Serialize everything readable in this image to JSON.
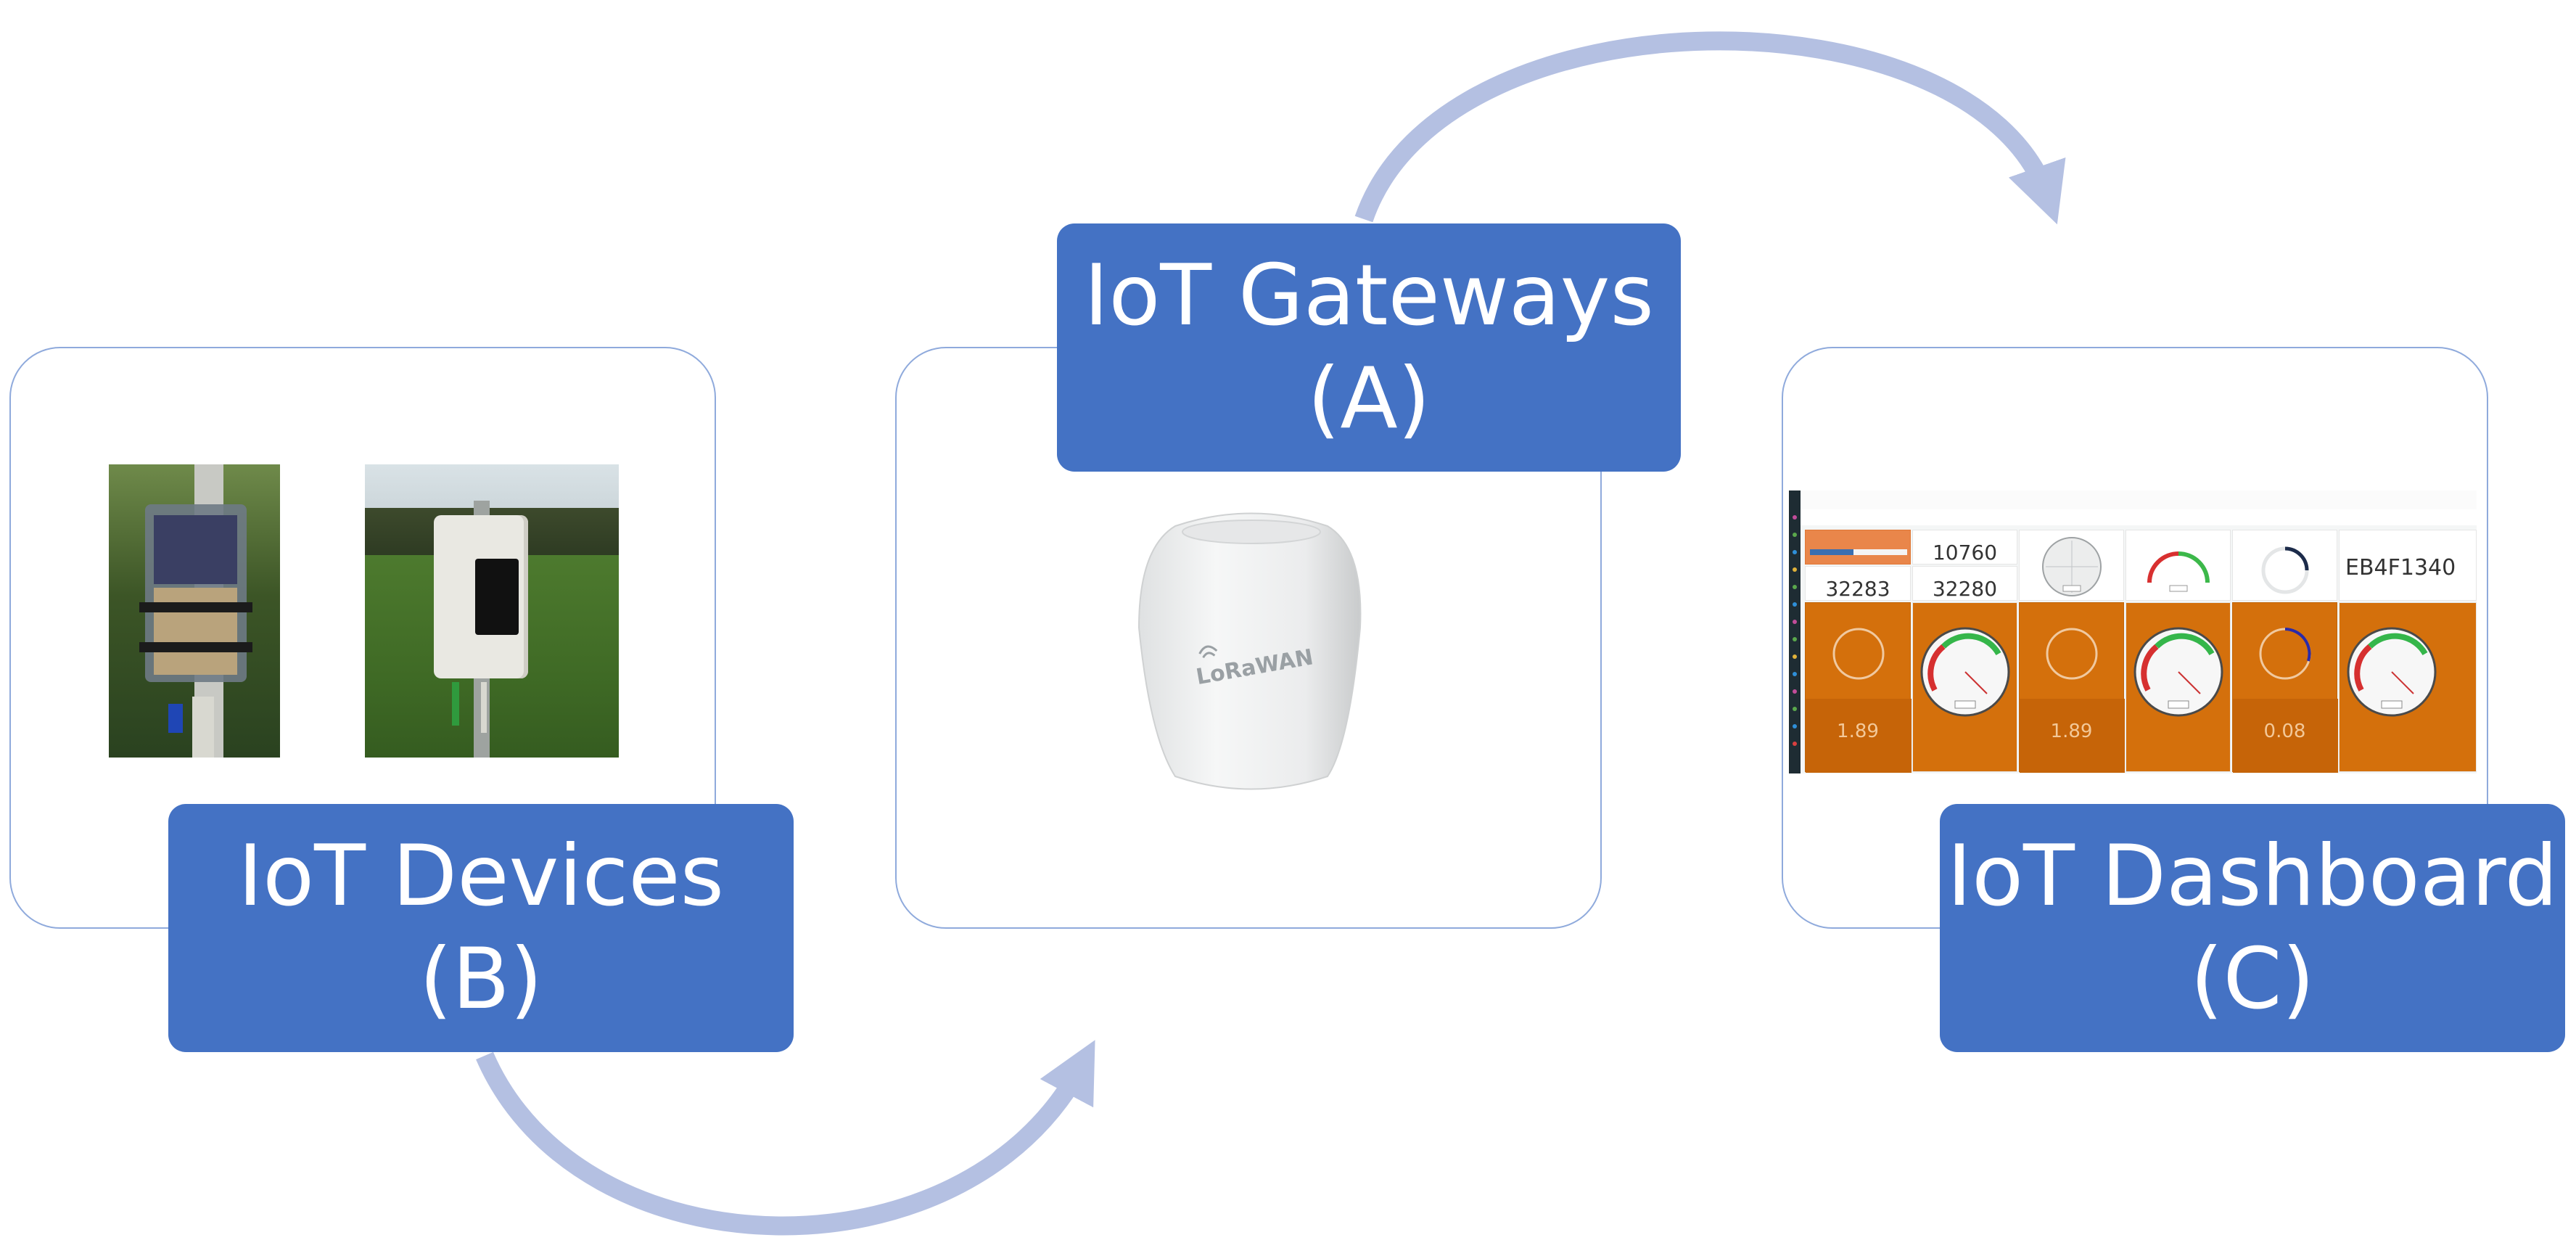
{
  "diagram": {
    "labels": {
      "gateways": {
        "line1": "IoT Gateways",
        "line2": "(A)"
      },
      "devices": {
        "line1": "IoT Devices",
        "line2": "(B)"
      },
      "dashboard": {
        "line1": "IoT Dashboard",
        "line2": "(C)"
      }
    },
    "gateway_logo_text": "LoRaWAN",
    "colors": {
      "label_fill": "#4472c4",
      "frame_border": "#8faadc",
      "arrow": "#b4c0e2",
      "tile_orange": "#d4700c"
    }
  },
  "dashboard": {
    "values": {
      "top_counter_1": "10760",
      "top_counter_2": "32280",
      "left_counter": "32283",
      "device_id": "EB4F1340",
      "reading_1": "1.89",
      "reading_2": "1.89",
      "reading_3": "0.08"
    }
  }
}
